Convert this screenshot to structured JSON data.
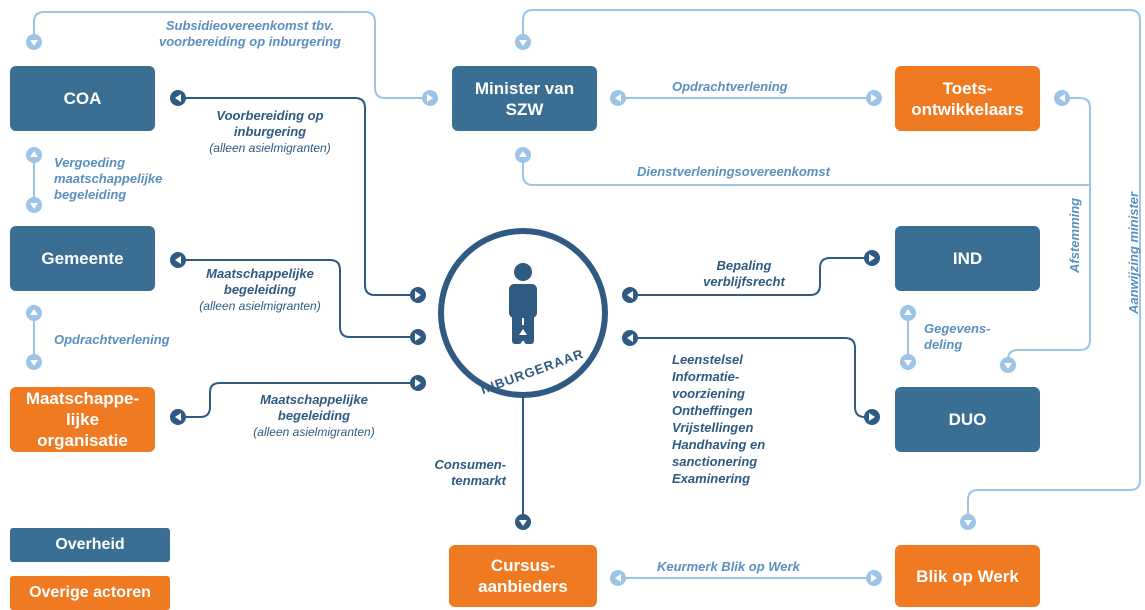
{
  "nodes": {
    "coa": "COA",
    "minister": "Minister van SZW",
    "toets": "Toets-ontwikkelaars",
    "gemeente": "Gemeente",
    "ind": "IND",
    "maatschappelijke_org": "Maatschappe-lijke organisatie",
    "duo": "DUO",
    "cursus": "Cursus-aanbieders",
    "blik": "Blik op Werk",
    "center": "INBURGERAAR"
  },
  "labels": {
    "subsidie": "Subsidieovereenkomst tbv. voorbereiding op inburgering",
    "opdracht_top": "Opdrachtverlening",
    "diensten": "Dienstverleningsovereenkomst",
    "voorbereiding_main": "Voorbereiding op inburgering",
    "voorbereiding_sub": "(alleen asielmigranten)",
    "vergoeding": "Vergoeding maatschappelijke begeleiding",
    "maatsch1_main": "Maatschappelijke begeleiding",
    "maatsch1_sub": "(alleen asielmigranten)",
    "opdracht_left": "Opdrachtverlening",
    "maatsch2_main": "Maatschappelijke begeleiding",
    "maatsch2_sub": "(alleen asielmigranten)",
    "bepaling": "Bepaling verblijfsrecht",
    "gegevens": "Gegevens-deling",
    "duo_tasks": "Leenstelsel Informatie-voorziening Ontheffingen Vrijstellingen Handhaving en sanctionering Examinering",
    "consumenten": "Consumen-tenmarkt",
    "keurmerk": "Keurmerk Blik op Werk",
    "afstemming": "Afstemming",
    "aanwijzing": "Aanwijzing minister"
  },
  "legend": {
    "overheid": "Overheid",
    "overige": "Overige actoren"
  },
  "colors": {
    "government": "#3a6e93",
    "other": "#f07a22",
    "line_dark": "#2f5a82",
    "line_light": "#8bb9e0"
  }
}
